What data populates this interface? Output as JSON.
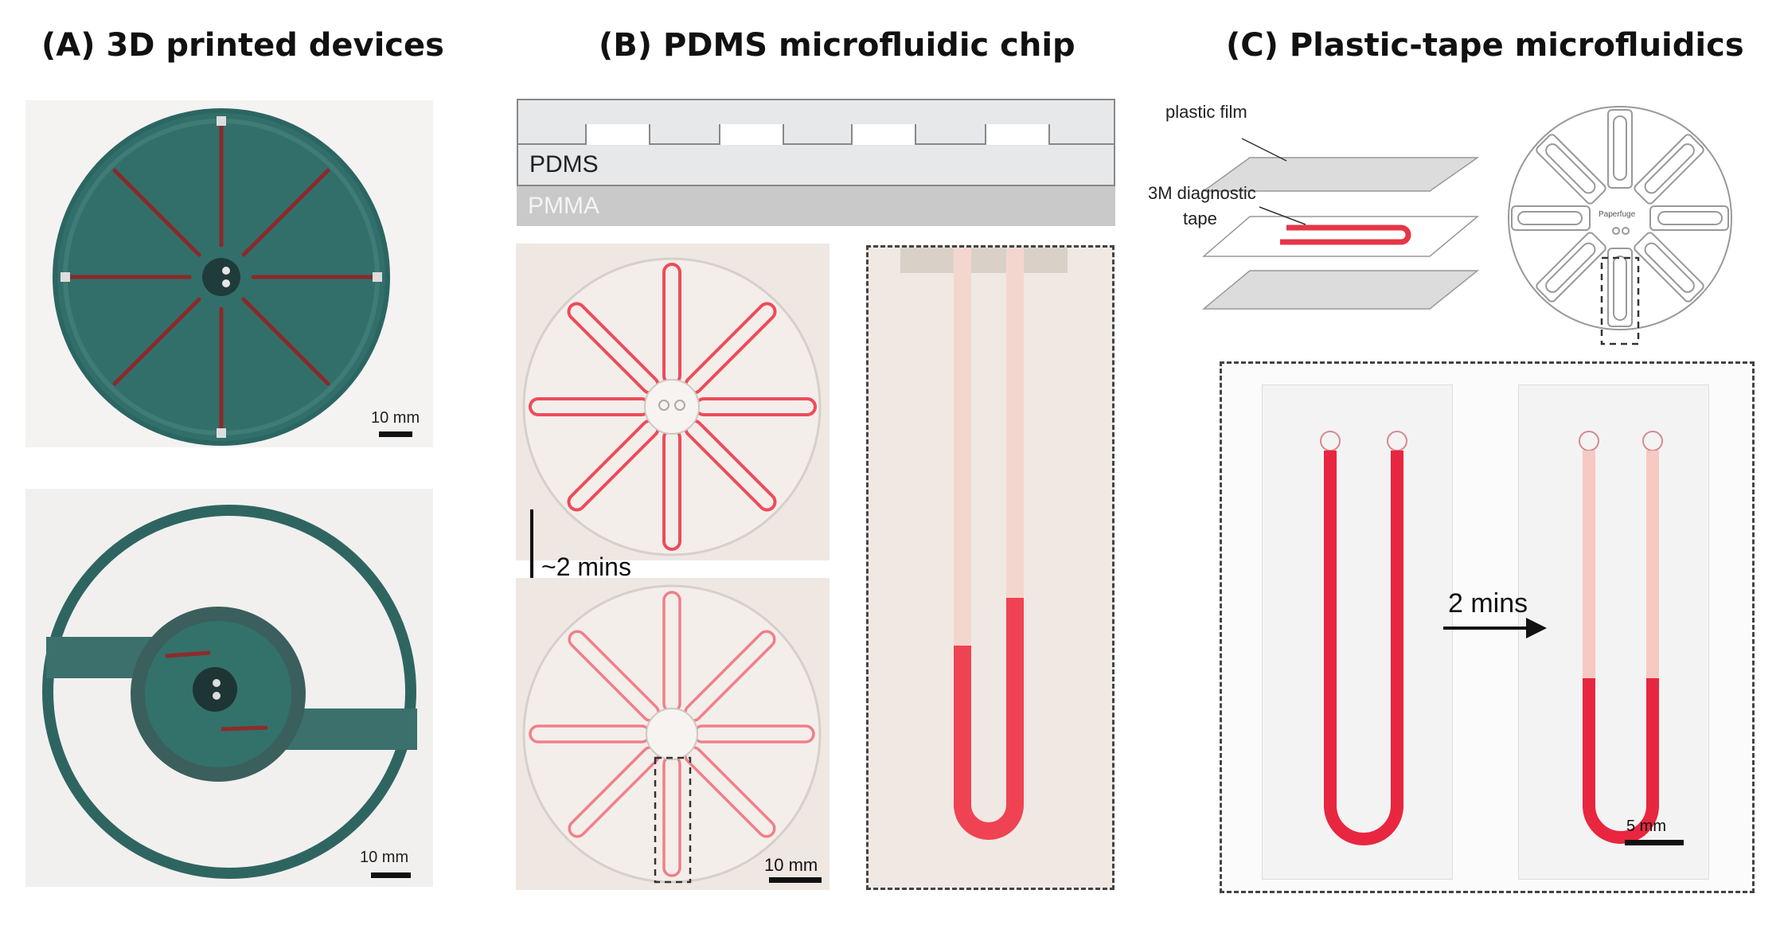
{
  "panels": {
    "a": {
      "title": "(A)  3D printed devices",
      "scale_top": "10 mm",
      "scale_bottom": "10 mm"
    },
    "b": {
      "title": "(B)  PDMS microfluidic chip",
      "layer_pdms": "PDMS",
      "layer_pmma": "PMMA",
      "time_label": "~2 mins",
      "scale": "10 mm"
    },
    "c": {
      "title": "(C)  Plastic-tape microfluidics",
      "label_film": "plastic film",
      "label_tape_line1": "3M diagnostic",
      "label_tape_line2": "tape",
      "disc_text": "Paperfuge",
      "time_label": "2 mins",
      "scale": "5 mm"
    }
  },
  "colors": {
    "teal": "#2f6b66",
    "channel_red": "#ee3a4f",
    "photo_bg": "#f2ede9",
    "layer_pdms": "#e6e8ea",
    "layer_pmma": "#c9c9c9"
  }
}
